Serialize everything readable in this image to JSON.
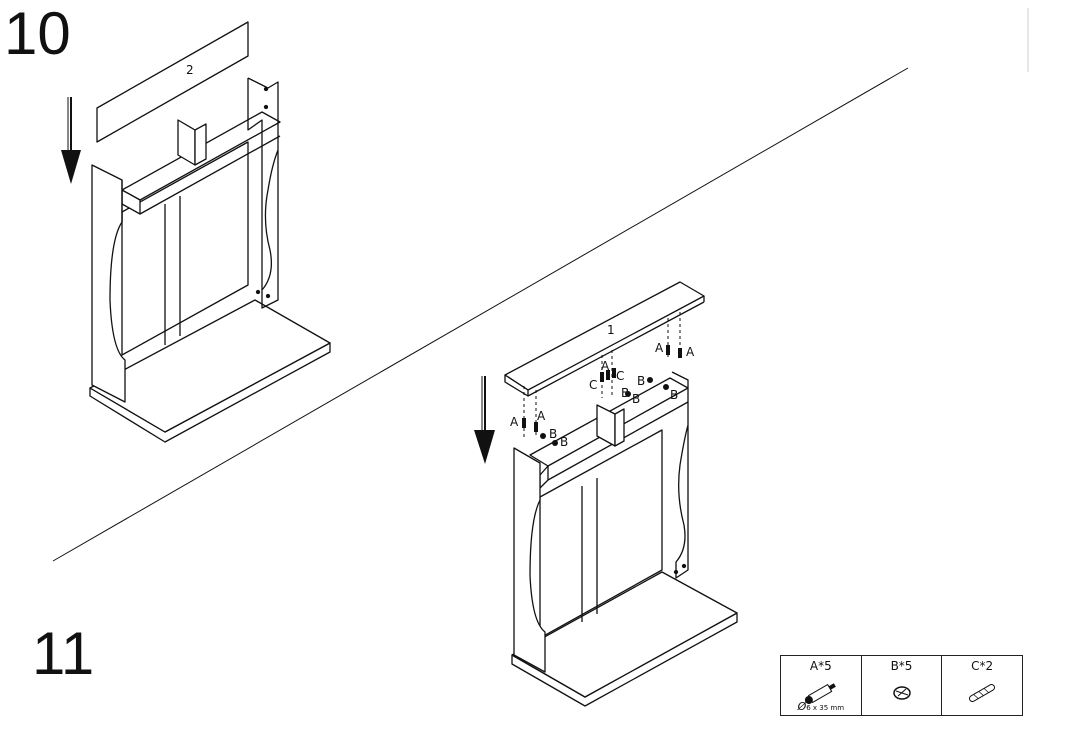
{
  "steps": [
    {
      "number": "10",
      "panel_label": "2"
    },
    {
      "number": "11",
      "panel_label": "1"
    }
  ],
  "hardware_tags": {
    "a": "A",
    "b": "B",
    "c": "C"
  },
  "parts": [
    {
      "label": "A*5",
      "icon": "cam-bolt-icon",
      "note_symbol": "Ø",
      "note": "6 x 35 mm"
    },
    {
      "label": "B*5",
      "icon": "cam-lock-icon",
      "note_symbol": "",
      "note": ""
    },
    {
      "label": "C*2",
      "icon": "wood-dowel-icon",
      "note_symbol": "",
      "note": ""
    }
  ]
}
